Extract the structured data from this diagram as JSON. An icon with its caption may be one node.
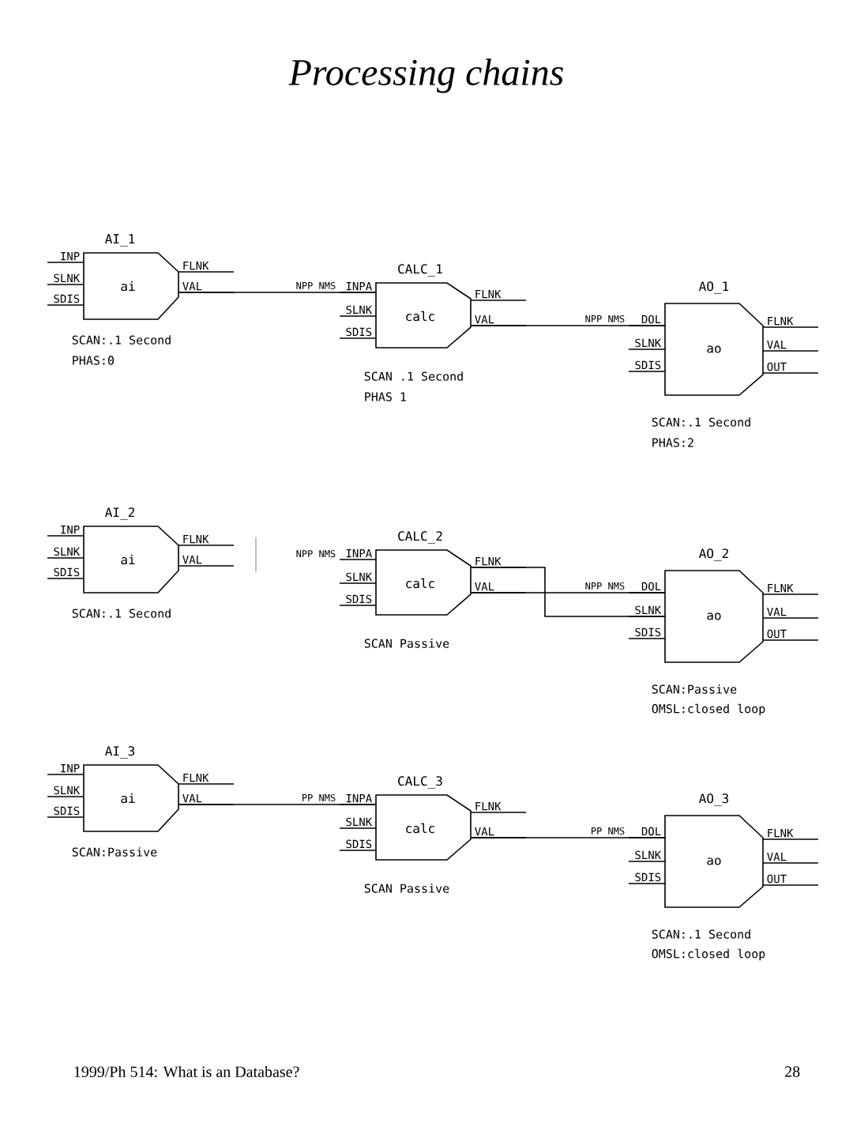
{
  "diagram": {
    "title": "Processing chains",
    "nodes": [
      {
        "text": [
          "AI_1",
          "ai",
          "INP",
          "SLNK",
          "SDIS",
          "FLNK",
          "VAL"
        ],
        "beside": [
          "SCAN:.1 Second",
          "PHAS:0"
        ]
      },
      {
        "text": [
          "CALC_1",
          "calc",
          "INPA",
          "SLNK",
          "SDIS",
          "FLNK",
          "VAL"
        ],
        "beside": [
          "SCAN .1 Second",
          "PHAS 1"
        ]
      },
      {
        "text": [
          "AO_1",
          "ao",
          "DOL",
          "SLNK",
          "SDIS",
          "FLNK",
          "VAL",
          "OUT"
        ],
        "beside": [
          "SCAN:.1 Second",
          "PHAS:2"
        ]
      },
      {
        "text": [
          "AI_2",
          "ai",
          "INP",
          "SLNK",
          "SDIS",
          "FLNK",
          "VAL"
        ],
        "beside": [
          "SCAN:.1 Second"
        ]
      },
      {
        "text": [
          "CALC_2",
          "calc",
          "INPA",
          "SLNK",
          "SDIS",
          "FLNK",
          "VAL"
        ],
        "beside": [
          "SCAN Passive"
        ]
      },
      {
        "text": [
          "AO_2",
          "ao",
          "DOL",
          "SLNK",
          "SDIS",
          "FLNK",
          "VAL",
          "OUT"
        ],
        "beside": [
          "SCAN:Passive",
          "OMSL:closed loop"
        ]
      },
      {
        "text": [
          "AI_3",
          "ai",
          "INP",
          "SLNK",
          "SDIS",
          "FLNK",
          "VAL"
        ],
        "beside": [
          "SCAN:Passive"
        ]
      },
      {
        "text": [
          "CALC_3",
          "calc",
          "INPA",
          "SLNK",
          "SDIS",
          "FLNK",
          "VAL"
        ],
        "beside": [
          "SCAN Passive"
        ]
      },
      {
        "text": [
          "AO_3",
          "ao",
          "DOL",
          "SLNK",
          "SDIS",
          "FLNK",
          "VAL",
          "OUT"
        ],
        "beside": [
          "SCAN:.1 Second",
          "OMSL:closed loop"
        ]
      }
    ],
    "edges": [
      {
        "from": 0,
        "to": 1,
        "arrow": "none",
        "label": "NPP NMS"
      },
      {
        "from": 1,
        "to": 2,
        "arrow": "none",
        "label": "NPP NMS"
      },
      {
        "from": 4,
        "to": 5,
        "arrow": "none"
      },
      {
        "from": 4,
        "to": 5,
        "arrow": "none",
        "label": "NPP NMS"
      },
      {
        "from": 6,
        "to": 7,
        "arrow": "none",
        "label": "PP NMS"
      },
      {
        "from": 7,
        "to": 8,
        "arrow": "none",
        "label": "PP NMS"
      }
    ],
    "labels": [
      "NPP NMS",
      "1999/Ph 514: What is an Database?",
      "28"
    ]
  }
}
